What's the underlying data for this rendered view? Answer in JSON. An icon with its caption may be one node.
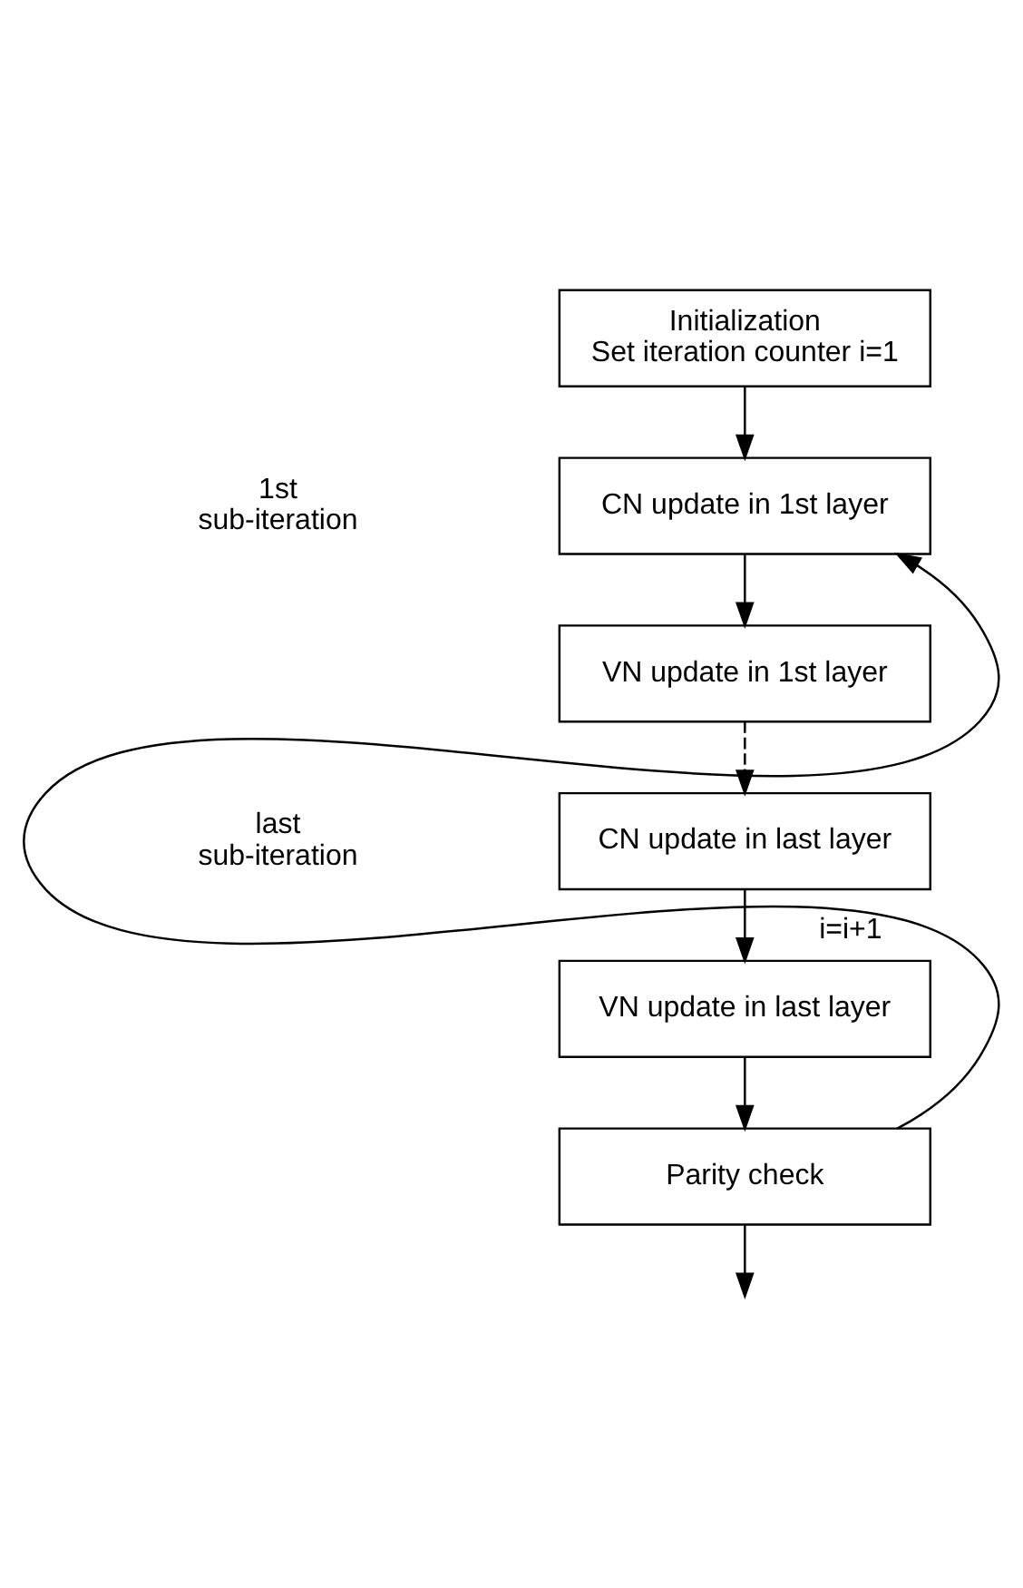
{
  "diagram": {
    "nodes": [
      {
        "text": [
          "Initialization",
          "Set iteration counter i=1"
        ]
      },
      {
        "text": [
          "CN update in 1st layer"
        ]
      },
      {
        "text": [
          "VN update in 1st layer"
        ]
      },
      {
        "text": [
          "CN update in last layer"
        ]
      },
      {
        "text": [
          "VN update in last layer"
        ]
      },
      {
        "text": [
          "Parity check"
        ]
      }
    ],
    "edges": [
      {
        "from": 0,
        "to": 1,
        "arrow": "to"
      },
      {
        "from": 1,
        "to": 2,
        "arrow": "to"
      },
      {
        "from": 2,
        "to": 3,
        "arrow": "to",
        "style": "dashed"
      },
      {
        "from": 3,
        "to": 4,
        "arrow": "to"
      },
      {
        "from": 4,
        "to": 5,
        "arrow": "to"
      },
      {
        "from": 5,
        "to": 1,
        "arrow": "to",
        "label": "i=i+1"
      },
      {
        "from": 5,
        "to": null,
        "arrow": "to"
      }
    ],
    "labels": [
      "1st sub-iteration",
      "last sub-iteration"
    ]
  }
}
